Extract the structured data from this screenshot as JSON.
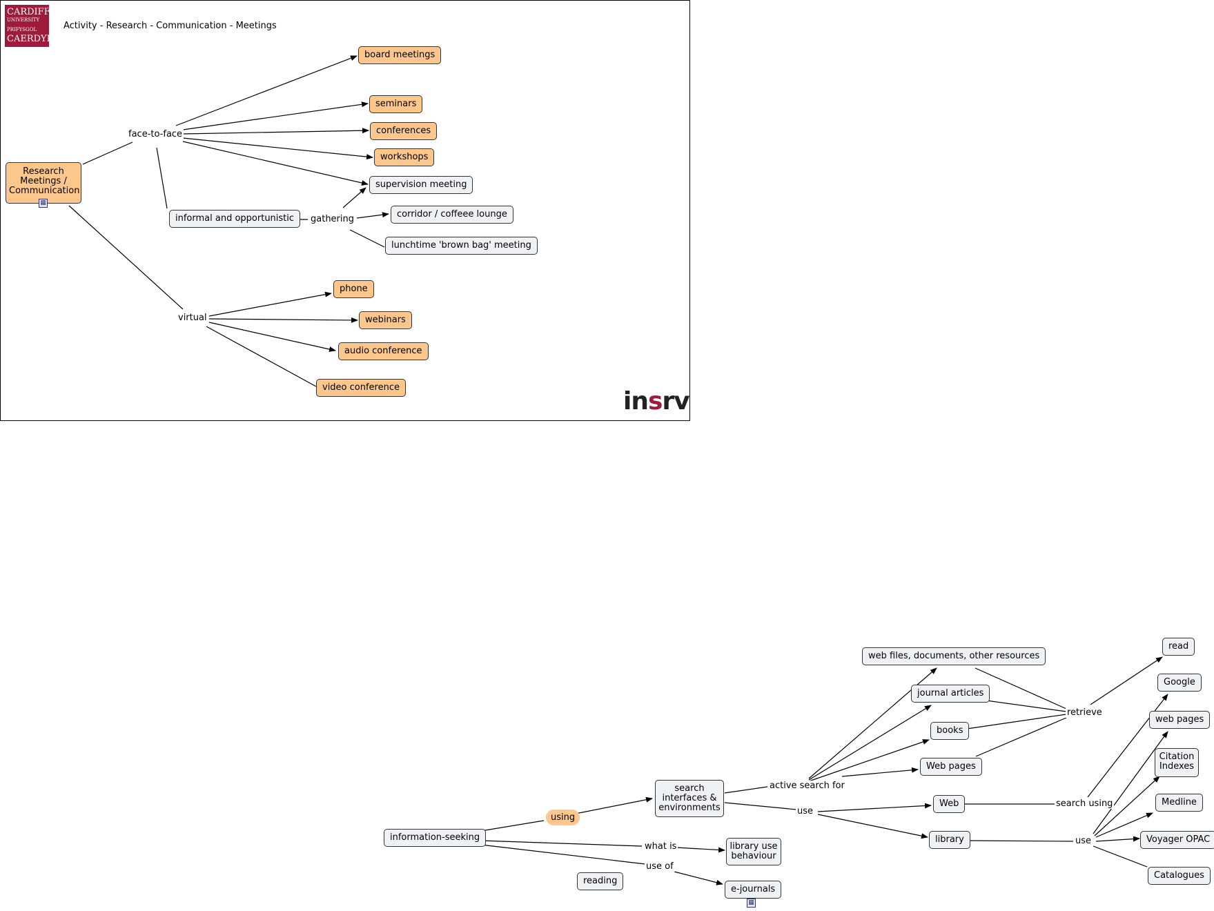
{
  "header": {
    "title": "Activity - Research - Communication - Meetings"
  },
  "logos": {
    "cardiff": {
      "line1": "CARDIFF",
      "line2": "UNIVERSITY",
      "line3": "PRIFYSGOL",
      "line4": "CAERDYD"
    },
    "insrv": {
      "part1": "in",
      "part2": "s",
      "part3": "rv"
    }
  },
  "colors": {
    "orange_node": "#fcc68d",
    "grey_node": "#eef2f4",
    "cardiff_red": "#9e1b3c"
  },
  "map1": {
    "root": "Research Meetings / Communication",
    "links": {
      "face_to_face": "face-to-face",
      "gathering": "gathering",
      "virtual": "virtual"
    },
    "nodes": {
      "board_meetings": "board meetings",
      "seminars": "seminars",
      "conferences": "conferences",
      "workshops": "workshops",
      "supervision_meeting": "supervision meeting",
      "informal": "informal and opportunistic",
      "corridor": "corridor / coffeee lounge",
      "lunchtime": "lunchtime 'brown bag' meeting",
      "phone": "phone",
      "webinars": "webinars",
      "audio_conference": "audio conference",
      "video_conference": "video conference"
    }
  },
  "map2": {
    "links": {
      "using": "using",
      "what_is": "what is",
      "use_of": "use of",
      "active_search_for": "active search for",
      "use_1": "use",
      "retrieve": "retrieve",
      "search_using": "search using",
      "use_2": "use"
    },
    "nodes": {
      "information_seeking": "information-seeking",
      "search_interfaces": "search interfaces & environments",
      "library_use": "library use behaviour",
      "reading": "reading",
      "e_journals": "e-journals",
      "web_files": "web files, documents, other resources",
      "journal_articles": "journal articles",
      "books": "books",
      "web_pages_1": "Web pages",
      "web": "Web",
      "library": "library",
      "read": "read",
      "google": "Google",
      "web_pages_2": "web pages",
      "citation_indexes": "Citation Indexes",
      "medline": "Medline",
      "voyager": "Voyager OPAC",
      "catalogues": "Catalogues"
    }
  }
}
